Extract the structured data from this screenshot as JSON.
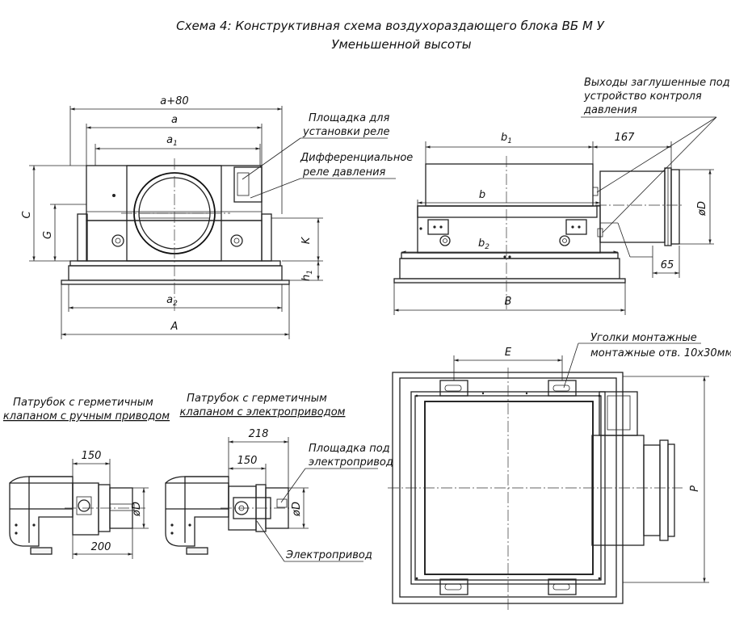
{
  "title": {
    "line1": "Схема 4:  Конструктивная схема воздухораздающего блока ВБ М У",
    "line2": "Уменьшенной высоты"
  },
  "front_view": {
    "dims": {
      "a80": "a+80",
      "a": "a",
      "a1": "a",
      "a1_sub": "1",
      "a2": "a",
      "a2_sub": "2",
      "A": "A",
      "C": "C",
      "G": "G",
      "K": "K",
      "h1": "h",
      "h1_sub": "1"
    },
    "callouts": {
      "relay_pad": [
        "Площадка для",
        "установки реле"
      ],
      "diff_relay": [
        "Дифференциальное",
        "реле давления"
      ]
    }
  },
  "side_view": {
    "dims": {
      "b1": "b",
      "b1_sub": "1",
      "d167": "167",
      "b": "b",
      "b2": "b",
      "b2_sub": "2",
      "B": "B",
      "phiD": "øD",
      "d65": "65"
    },
    "callouts": {
      "outlets": [
        "Выходы заглушенные под",
        "устройство контроля",
        "давления"
      ]
    }
  },
  "plan_view": {
    "dims": {
      "E": "E",
      "P": "P"
    },
    "callouts": {
      "corners": [
        "Уголки монтажные",
        "монтажные отв. 10x30мм"
      ]
    }
  },
  "manual_nozzle": {
    "title": [
      "Патрубок с герметичным",
      "клапаном с ручным приводом"
    ],
    "dims": {
      "d150": "150",
      "d200": "200",
      "phiD": "øD"
    }
  },
  "electric_nozzle": {
    "title": [
      "Патрубок с герметичным",
      "клапаном с электроприводом"
    ],
    "dims": {
      "d218": "218",
      "d150": "150",
      "phiD": "øD"
    },
    "callouts": {
      "drive_pad": [
        "Площадка под",
        "электропривод"
      ],
      "drive": "Электропривод"
    }
  }
}
